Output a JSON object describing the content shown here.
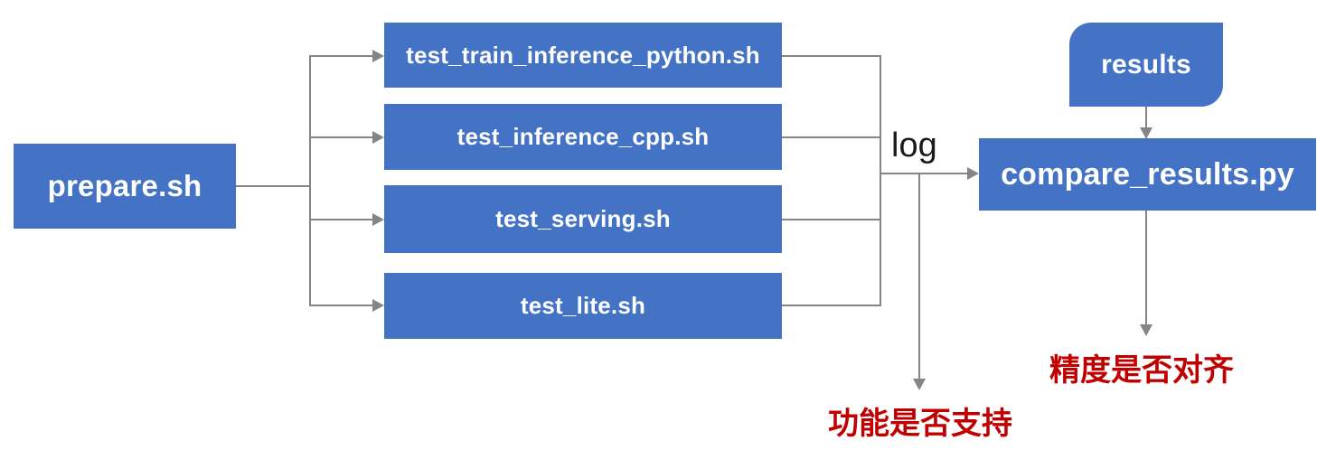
{
  "diagram_title": "test pipeline flowchart",
  "colors": {
    "box_blue": "#4472C4",
    "line_gray": "#858585",
    "annotation_red": "#C00000",
    "box_text_white": "#FFFFFF",
    "log_text_black": "#1A1A1A"
  },
  "nodes": {
    "prepare": {
      "label": "prepare.sh",
      "shape": "rectangle"
    },
    "tests": [
      {
        "label": "test_train_inference_python.sh",
        "shape": "rectangle"
      },
      {
        "label": "test_inference_cpp.sh",
        "shape": "rectangle"
      },
      {
        "label": "test_serving.sh",
        "shape": "rectangle"
      },
      {
        "label": "test_lite.sh",
        "shape": "rectangle"
      }
    ],
    "results": {
      "label": "results",
      "shape": "round-diagonal-corner-rectangle"
    },
    "compare": {
      "label": "compare_results.py",
      "shape": "rectangle"
    }
  },
  "edge_labels": {
    "log": "log"
  },
  "annotations": {
    "function_supported": "功能是否支持",
    "precision_aligned": "精度是否对齐"
  }
}
